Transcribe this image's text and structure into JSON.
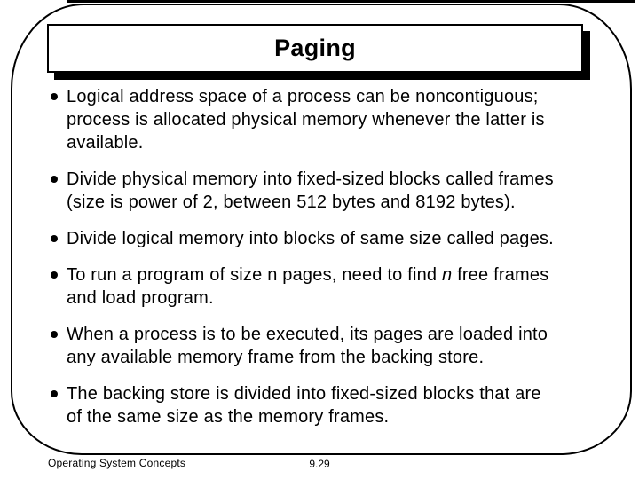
{
  "slide": {
    "title": "Paging",
    "bullets": [
      {
        "lines": [
          [
            "Logical address space of a process can be noncontiguous;"
          ],
          [
            "process is allocated physical memory whenever the latter is"
          ],
          [
            "available."
          ]
        ]
      },
      {
        "lines": [
          [
            "Divide physical memory into fixed-sized blocks called frames"
          ],
          [
            "(size is power of 2, between 512 bytes and 8192 bytes)."
          ]
        ]
      },
      {
        "lines": [
          [
            "Divide logical memory into blocks of same size called pages."
          ]
        ]
      },
      {
        "lines": [
          [
            "To run a program of size n pages, need to find ",
            {
              "i": "n"
            },
            " free frames"
          ],
          [
            "and load program."
          ]
        ]
      },
      {
        "lines": [
          [
            "When a process is to be executed, its pages are loaded into"
          ],
          [
            "any available memory frame from the backing store."
          ]
        ]
      },
      {
        "lines": [
          [
            "The backing store is divided into fixed-sized blocks that are"
          ],
          [
            "of the same size as the memory frames."
          ]
        ]
      }
    ],
    "footer": {
      "left": "Operating System Concepts",
      "page_number": "9.29"
    }
  },
  "colors": {
    "foreground": "#000000",
    "background": "#ffffff"
  }
}
